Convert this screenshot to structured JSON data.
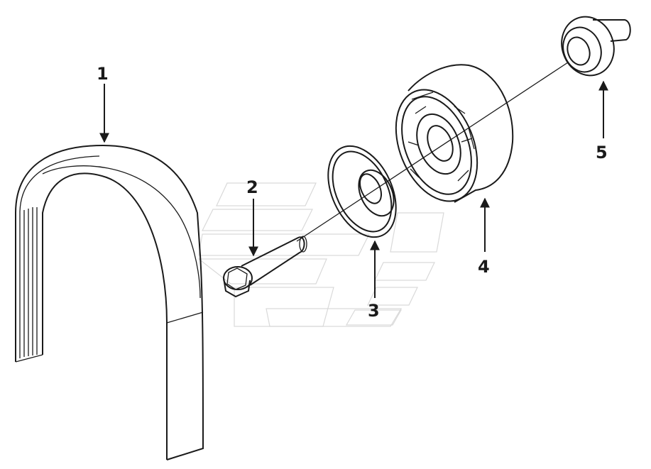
{
  "callouts": [
    {
      "id": "belt",
      "label": "1"
    },
    {
      "id": "bolt",
      "label": "2"
    },
    {
      "id": "washer",
      "label": "3"
    },
    {
      "id": "pulley",
      "label": "4"
    },
    {
      "id": "spacer",
      "label": "5"
    }
  ],
  "colors": {
    "ink": "#1a1a1a",
    "watermark": "#d9d9d9",
    "background": "#ffffff"
  }
}
